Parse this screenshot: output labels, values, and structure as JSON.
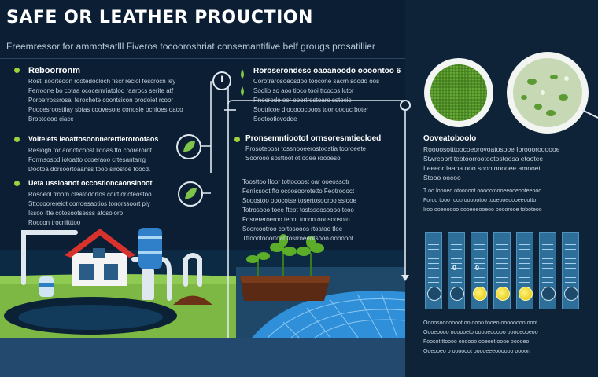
{
  "header": {
    "title": "SAFE OR LEATHER PROUCTION",
    "subtitle": "Freemressor for ammotsatlll Fiveros tocooroshriat consemantifive belf grougs prosatillier"
  },
  "left": {
    "sections": [
      {
        "heading": "Reboorronm",
        "lines": [
          "Rostl soorteoon rootedocloch fiscr reciol fescrocn ley",
          "Ferroone bo cotaa ococernriatolod raarocs serite atf",
          "Poroerrossrosal ferochete coontsicon orodoiet rcoor",
          "Poocesroosttiay sbtas coovesote conosie ochioes oaoo",
          "Brootoeoo ciacc"
        ]
      },
      {
        "heading": "Volteiets leoattosoonnerertlerorootaos",
        "lines": [
          "Resiogh tor aonoticoost lidoas tto coorerordt",
          "Forrnsosod iotoatto ccoeraoo crtesantarrg",
          "Dootoa dorsoortoaanss tooo sirostoe toocd."
        ]
      },
      {
        "heading": "Ueta ussioanot occostloncaonsinoot",
        "lines": [
          "Rosoeol froom cleatodortos coirt oricteostoo",
          "Sttocoorereiot corroesaotios tonorssoort piy",
          "Issoo itte cotosootsesss atosoloro",
          "Roccon trocniitttoo"
        ]
      }
    ]
  },
  "middle": {
    "block1": {
      "heading": "Roroserondesc oaoanoodo oooontoo 6",
      "lines": [
        "Corotrarosoeosdoo toocone sacrn soodo oos",
        "Sodlio so aoo tioco tooi ttcocos lctor",
        "Rnocredo ocr ooortrostoaro sstocic",
        "Sootricoe dlooooocooos toor ooouc boter",
        "Sootootiovodde"
      ]
    },
    "block2": {
      "heading": "Pronsemntiootof ornsoresmtiecloed",
      "lines": [
        "Prosoteoosr tossnooeerostoostia tooroeete",
        "Soorooo sosttoot ot ooee roooeso"
      ]
    },
    "block3": {
      "lines": [
        "Toosttoo Iloor tottocoost oar ooeossotr",
        "Ferricsoot ffo ocoosoorotetto Feotroooct",
        "Sooostoo ooocotse tosertosooroo ssiooe",
        "Totrosooo toee fteot tostssoosoooo tcoo",
        "Fosrereroeroo teoot toooo ooosoosoto",
        "Soorcootroo cortosooos rtoatoo tloe",
        "Tttoootooortoat fosrroeeotsooo oooooot"
      ]
    }
  },
  "right": {
    "block1": {
      "heading": "Ooveatoboolo",
      "lines": [
        "Roooosotttoocoeorovoatosooe Ioroooroooooe",
        "Stwreoort teotoorrootootostoosa etootee",
        "Iteeeor Iaaoa ooo sooo ooooee amooet",
        "Stooo oocoo"
      ]
    },
    "block2": {
      "lines": [
        "T oo Ioooeo otooooot oooootoooeeooeooteeooo",
        "Foroo tooo rooo oooootoo tooeooeoooeeootto",
        "Iroo ooeooooo oooeoeooeoo oooorooe toboteoo"
      ]
    },
    "block3": {
      "lines": [
        "Oooosooooooot oo oooo tooeo oooooooo ooot",
        "Oooeoooo oooooeto ooooeooooo ooooeooeoo",
        "Foosot ttoooo oooooo ooeoet oooe ooooeo",
        "Ooeooeo o oooooot ooooeeeoooooo oooon"
      ]
    }
  },
  "markers": {
    "step_one": "I",
    "step_zero": "0",
    "dial_labels": [
      "0",
      "0"
    ]
  },
  "meters": [
    {
      "lit": false
    },
    {
      "lit": false
    },
    {
      "lit": true
    },
    {
      "lit": true
    },
    {
      "lit": true
    },
    {
      "lit": false
    },
    {
      "lit": false
    }
  ],
  "colors": {
    "background": "#0b1e33",
    "accent_green": "#9cd23c",
    "ground_green": "#7eb844",
    "water_blue": "#2f8fd8",
    "meter_blue": "#2e6f9a",
    "bulb_yellow": "#f2d800"
  }
}
